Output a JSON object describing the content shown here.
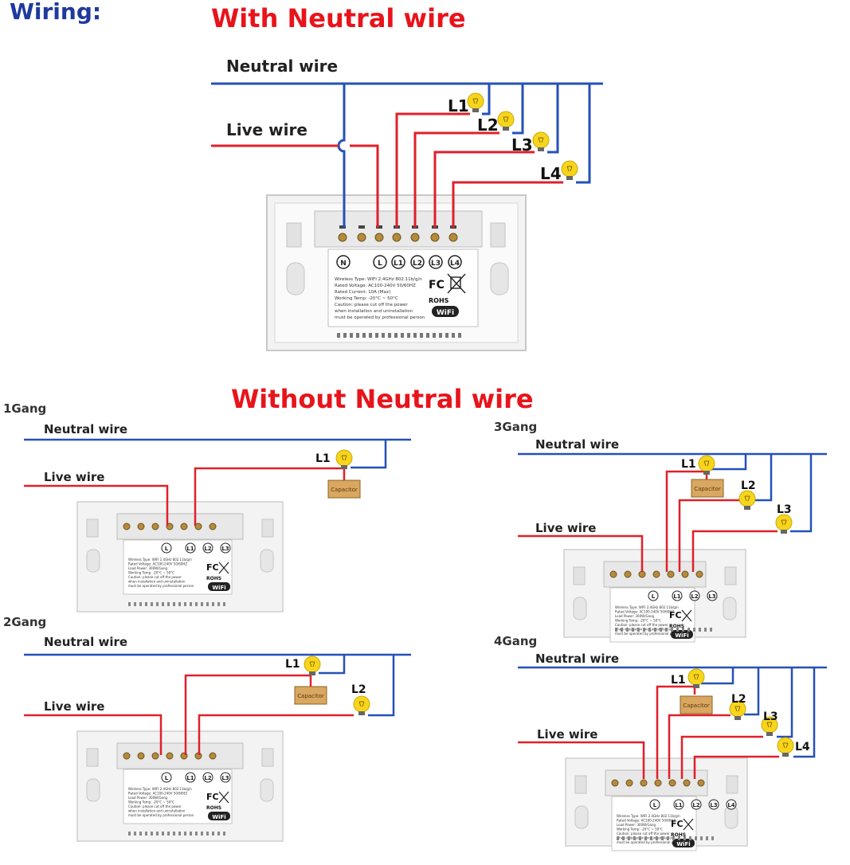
{
  "title": "Wiring:",
  "with_neutral": {
    "heading": "With Neutral wire",
    "neutral_label": "Neutral wire",
    "live_label": "Live wire",
    "lamps": [
      "L1",
      "L2",
      "L3",
      "L4"
    ],
    "terminals": [
      "N",
      "L",
      "L1",
      "L2",
      "L3",
      "L4"
    ],
    "spec_lines": [
      "Wireless Type: WIFI 2.4GHz 802.11b/g/n",
      "Rated Voltage: AC100-240V 50/60HZ",
      "Rated Current: 10A (Max)",
      "Working Temp: -20°C ~ 50°C",
      "Caution: please cut off the power",
      "when installation and uninstallation",
      "must be operated by professional person"
    ]
  },
  "without_neutral": {
    "heading": "Without Neutral wire",
    "neutral_label": "Neutral wire",
    "live_label": "Live wire",
    "capacitor_label": "Capacitor",
    "gangs": [
      {
        "name": "1Gang",
        "lamps": [
          "L1"
        ]
      },
      {
        "name": "2Gang",
        "lamps": [
          "L1",
          "L2"
        ]
      },
      {
        "name": "3Gang",
        "lamps": [
          "L1",
          "L2",
          "L3"
        ]
      },
      {
        "name": "4Gang",
        "lamps": [
          "L1",
          "L2",
          "L3",
          "L4"
        ]
      }
    ],
    "small_terminals": [
      "L",
      "L1",
      "L2",
      "L3"
    ],
    "small_terminals_4": [
      "L",
      "L1",
      "L2",
      "L3",
      "L4"
    ],
    "small_spec_lines": [
      "Wireless Type: WIFI 2.4GHz 802.11b/g/n",
      "Rated Voltage: AC100-240V 50/60HZ",
      "Load Power: 300W/Gang",
      "Working Temp: -20°C ~ 50°C",
      "Caution: please cut off the power",
      "when installation and uninstallation",
      "must be operated by professional person"
    ]
  },
  "marks": {
    "fc": "FC",
    "rohs": "ROHS",
    "wifi": "WiFi"
  },
  "colors": {
    "title": "#1f3a9e",
    "heading": "#e8141b",
    "neutral": "#2450b8",
    "live": "#e0202a",
    "lamp": "#f7d51c",
    "capacitor": "#d9a760"
  }
}
